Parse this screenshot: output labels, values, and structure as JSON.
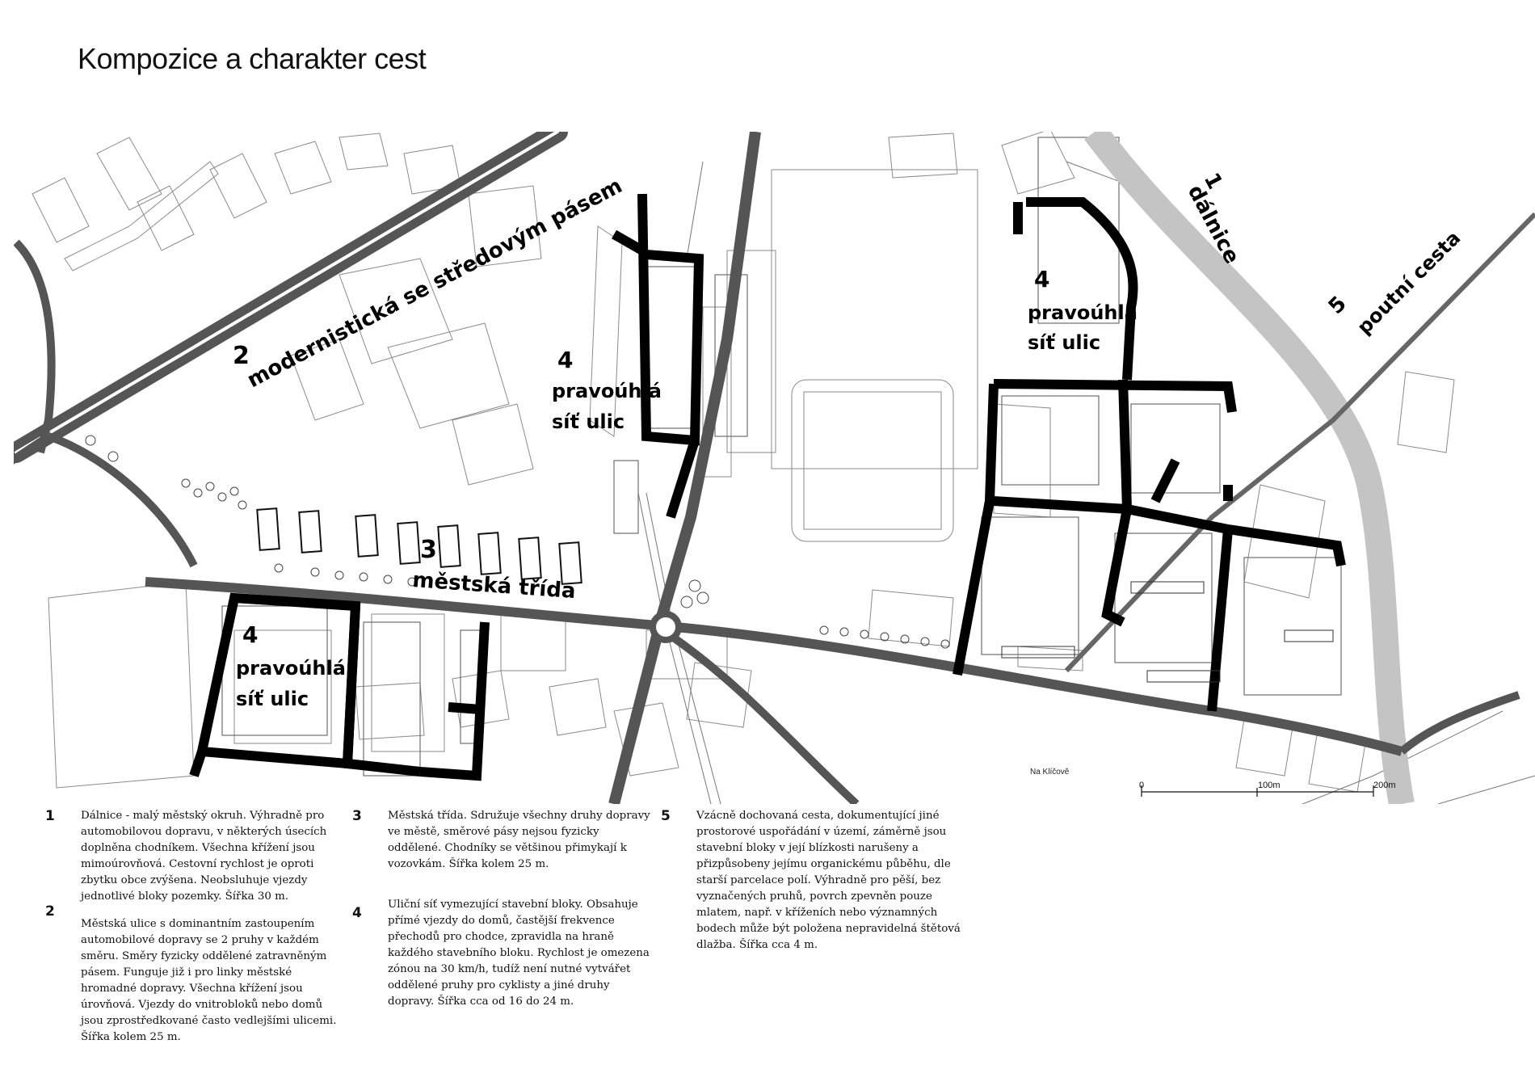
{
  "title": "Kompozice a charakter cest",
  "map_labels": {
    "l1_num": "1",
    "l1_name": "dálnice",
    "l2_num": "2",
    "l2_name": "modernistická se středovým pásem",
    "l3_num": "3",
    "l3_name": "městská třída",
    "l4_num": "4",
    "l4_line1": "pravoúhlá",
    "l4_line2": "síť ulic",
    "l5_num": "5",
    "l5_name": "poutní cesta",
    "street": "Na Klíčově"
  },
  "scale": {
    "zero": "0",
    "mid": "100m",
    "end": "200m"
  },
  "legend": [
    {
      "num": "1",
      "text": "Dálnice - malý městský okruh. Výhradně pro automobilovou dopravu, v některých úsecích doplněna chodníkem. Všechna křížení jsou mimoúrovňová. Cestovní rychlost je oproti zbytku obce zvýšena. Neobsluhuje vjezdy jednotlivé bloky pozemky. Šířka 30 m."
    },
    {
      "num": "2",
      "text": "Městská ulice s dominantním zastoupením automobilové dopravy se 2 pruhy v každém směru. Směry fyzicky oddělené zatravněným pásem. Funguje již i pro linky městské hromadné dopravy. Všechna křížení jsou úrovňová. Vjezdy do vnitrobloků nebo domů jsou zprostředkované často vedlejšími ulicemi. Šířka kolem 25 m."
    },
    {
      "num": "3",
      "text": "Městská třída. Sdružuje všechny druhy dopravy ve městě, směrové pásy nejsou fyzicky oddělené. Chodníky se většinou přimykají k vozovkám. Šířka kolem 25 m."
    },
    {
      "num": "4",
      "text": "Uliční síť vymezující stavební bloky. Obsahuje přímé vjezdy do domů, častější frekvence přechodů pro chodce, zpravidla na hraně každého stavebního bloku. Rychlost je omezena zónou na 30 km/h, tudíž není nutné vytvářet oddělené pruhy pro cyklisty a jiné druhy dopravy. Šířka cca od 16 do 24 m."
    },
    {
      "num": "5",
      "text": "Vzácně dochovaná cesta, dokumentující jiné prostorové uspořádání v území, záměrně jsou stavební bloky v její blízkosti narušeny a přizpůsobeny jejímu organickému půběhu, dle starší parcelace polí. Výhradně pro pěší, bez vyznačených pruhů, povrch zpevněn pouze mlatem, např. v kříženích nebo významných bodech může být položena nepravidelná štětová dlažba. Šířka cca 4 m."
    }
  ],
  "colors": {
    "highway": "#c4c4c4",
    "main_road": "#555555",
    "grid_street": "#000000",
    "building": "#888888"
  }
}
